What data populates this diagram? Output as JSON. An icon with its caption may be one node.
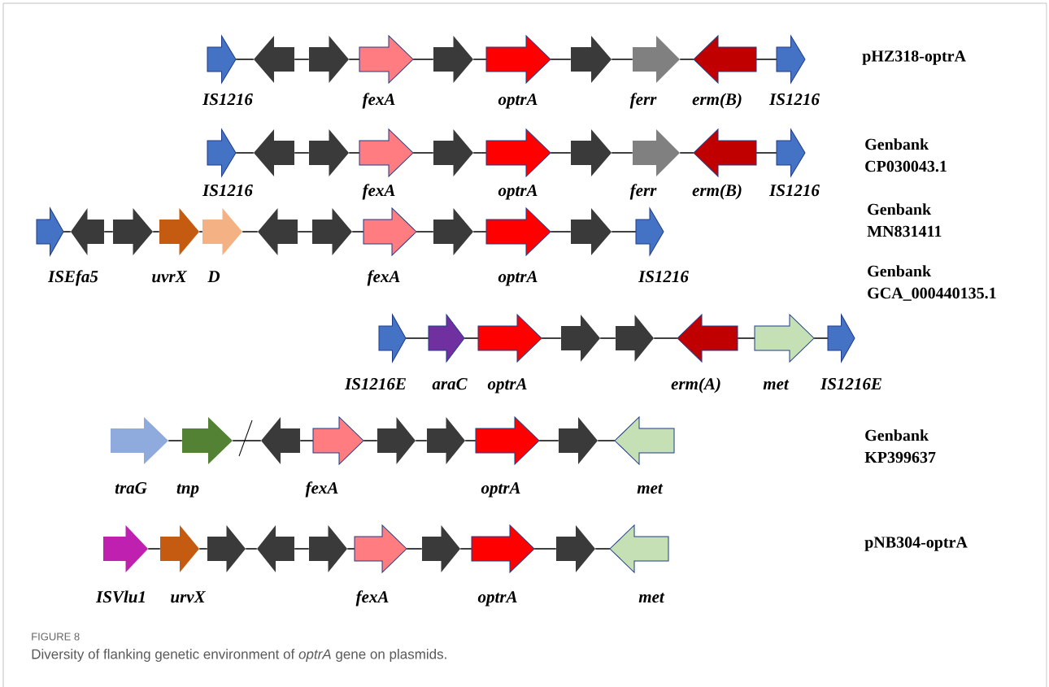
{
  "diagram": {
    "title": "FIGURE 8",
    "caption": "Diversity of flanking genetic environment of *optrA* gene on plasmids.",
    "nodes": [
      {
        "text": [
          "IS1216"
        ]
      },
      {
        "text": [],
        "shape": "arrow"
      },
      {
        "text": [],
        "shape": "arrow"
      },
      {
        "text": [
          "fexA"
        ]
      },
      {
        "text": [],
        "shape": "arrow"
      },
      {
        "text": [
          "optrA"
        ]
      },
      {
        "text": [],
        "shape": "arrow"
      },
      {
        "text": [
          "ferr"
        ]
      },
      {
        "text": [
          "erm(B)"
        ]
      },
      {
        "text": [
          "IS1216"
        ]
      },
      {
        "text": [
          "IS1216"
        ]
      },
      {
        "text": [],
        "shape": "arrow"
      },
      {
        "text": [],
        "shape": "arrow"
      },
      {
        "text": [
          "fexA"
        ]
      },
      {
        "text": [],
        "shape": "arrow"
      },
      {
        "text": [
          "optrA"
        ]
      },
      {
        "text": [],
        "shape": "arrow"
      },
      {
        "text": [
          "ferr"
        ]
      },
      {
        "text": [
          "erm(B)"
        ]
      },
      {
        "text": [
          "IS1216"
        ]
      },
      {
        "text": [
          "ISEfa5"
        ]
      },
      {
        "text": [],
        "shape": "arrow"
      },
      {
        "text": [],
        "shape": "arrow"
      },
      {
        "text": [
          "uvrX"
        ]
      },
      {
        "text": [
          "D"
        ]
      },
      {
        "text": [],
        "shape": "arrow"
      },
      {
        "text": [],
        "shape": "arrow"
      },
      {
        "text": [
          "fexA"
        ]
      },
      {
        "text": [],
        "shape": "arrow"
      },
      {
        "text": [
          "optrA"
        ]
      },
      {
        "text": [],
        "shape": "arrow"
      },
      {
        "text": [
          "IS1216"
        ]
      },
      {
        "text": [
          "IS1216E"
        ]
      },
      {
        "text": [
          "araC"
        ]
      },
      {
        "text": [
          "optrA"
        ]
      },
      {
        "text": [],
        "shape": "arrow"
      },
      {
        "text": [],
        "shape": "arrow"
      },
      {
        "text": [
          "erm(A)"
        ]
      },
      {
        "text": [
          "met"
        ]
      },
      {
        "text": [
          "IS1216E"
        ]
      },
      {
        "text": [
          "traG"
        ]
      },
      {
        "text": [
          "tnp"
        ]
      },
      {
        "text": [],
        "shape": "arrow"
      },
      {
        "text": [
          "fexA"
        ]
      },
      {
        "text": [],
        "shape": "arrow"
      },
      {
        "text": [],
        "shape": "arrow"
      },
      {
        "text": [
          "optrA"
        ]
      },
      {
        "text": [],
        "shape": "arrow"
      },
      {
        "text": [
          "met"
        ]
      },
      {
        "text": [
          "ISVlu1"
        ]
      },
      {
        "text": [
          "urvX"
        ]
      },
      {
        "text": [],
        "shape": "arrow"
      },
      {
        "text": [],
        "shape": "arrow"
      },
      {
        "text": [],
        "shape": "arrow"
      },
      {
        "text": [
          "fexA"
        ]
      },
      {
        "text": [],
        "shape": "arrow"
      },
      {
        "text": [
          "optrA"
        ]
      },
      {
        "text": [],
        "shape": "arrow"
      },
      {
        "text": [
          "met"
        ]
      }
    ],
    "edges": [
      {
        "from": 0,
        "to": 1,
        "arrow": "none"
      },
      {
        "from": 1,
        "to": 2,
        "arrow": "none"
      },
      {
        "from": 2,
        "to": 3,
        "arrow": "none"
      },
      {
        "from": 3,
        "to": 4,
        "arrow": "none"
      },
      {
        "from": 4,
        "to": 5,
        "arrow": "none"
      },
      {
        "from": 5,
        "to": 6,
        "arrow": "none"
      },
      {
        "from": 6,
        "to": 7,
        "arrow": "none"
      },
      {
        "from": 7,
        "to": 8,
        "arrow": "none"
      },
      {
        "from": 8,
        "to": 9,
        "arrow": "none"
      },
      {
        "from": 10,
        "to": 11,
        "arrow": "none"
      },
      {
        "from": 11,
        "to": 12,
        "arrow": "none"
      },
      {
        "from": 12,
        "to": 13,
        "arrow": "none"
      },
      {
        "from": 13,
        "to": 14,
        "arrow": "none"
      },
      {
        "from": 14,
        "to": 15,
        "arrow": "none"
      },
      {
        "from": 15,
        "to": 16,
        "arrow": "none"
      },
      {
        "from": 16,
        "to": 17,
        "arrow": "none"
      },
      {
        "from": 17,
        "to": 18,
        "arrow": "none"
      },
      {
        "from": 18,
        "to": 19,
        "arrow": "none"
      },
      {
        "from": 20,
        "to": 21,
        "arrow": "none"
      },
      {
        "from": 21,
        "to": 22,
        "arrow": "none"
      },
      {
        "from": 22,
        "to": 23,
        "arrow": "none"
      },
      {
        "from": 23,
        "to": 24,
        "arrow": "none"
      },
      {
        "from": 24,
        "to": 25,
        "arrow": "none"
      },
      {
        "from": 25,
        "to": 26,
        "arrow": "none"
      },
      {
        "from": 26,
        "to": 27,
        "arrow": "none"
      },
      {
        "from": 27,
        "to": 28,
        "arrow": "none"
      },
      {
        "from": 28,
        "to": 29,
        "arrow": "none"
      },
      {
        "from": 29,
        "to": 30,
        "arrow": "none"
      },
      {
        "from": 30,
        "to": 31,
        "arrow": "none"
      },
      {
        "from": 32,
        "to": 33,
        "arrow": "none"
      },
      {
        "from": 33,
        "to": 34,
        "arrow": "none"
      },
      {
        "from": 34,
        "to": 35,
        "arrow": "none"
      },
      {
        "from": 35,
        "to": 36,
        "arrow": "none"
      },
      {
        "from": 36,
        "to": 37,
        "arrow": "none"
      },
      {
        "from": 37,
        "to": 38,
        "arrow": "none"
      },
      {
        "from": 38,
        "to": 39,
        "arrow": "none"
      },
      {
        "from": 40,
        "to": 41,
        "arrow": "none"
      },
      {
        "from": 41,
        "to": 42,
        "arrow": "none"
      },
      {
        "from": 42,
        "to": 43,
        "arrow": "none"
      },
      {
        "from": 43,
        "to": 44,
        "arrow": "none"
      },
      {
        "from": 44,
        "to": 45,
        "arrow": "none"
      },
      {
        "from": 45,
        "to": 46,
        "arrow": "none"
      },
      {
        "from": 46,
        "to": 47,
        "arrow": "none"
      },
      {
        "from": 47,
        "to": 48,
        "arrow": "none"
      },
      {
        "from": 49,
        "to": 50,
        "arrow": "none"
      },
      {
        "from": 50,
        "to": 51,
        "arrow": "none"
      },
      {
        "from": 51,
        "to": 52,
        "arrow": "none"
      },
      {
        "from": 52,
        "to": 53,
        "arrow": "none"
      },
      {
        "from": 53,
        "to": 54,
        "arrow": "none"
      },
      {
        "from": 54,
        "to": 55,
        "arrow": "none"
      },
      {
        "from": 55,
        "to": 56,
        "arrow": "none"
      },
      {
        "from": 56,
        "to": 57,
        "arrow": "none"
      },
      {
        "from": 57,
        "to": 58,
        "arrow": "none"
      }
    ],
    "labels": [
      "pHZ318-optrA",
      "Genbank CP030043.1",
      "Genbank MN831411",
      "Genbank GCA_000440135.1",
      "Genbank KP399637",
      "pNB304-optrA"
    ]
  }
}
